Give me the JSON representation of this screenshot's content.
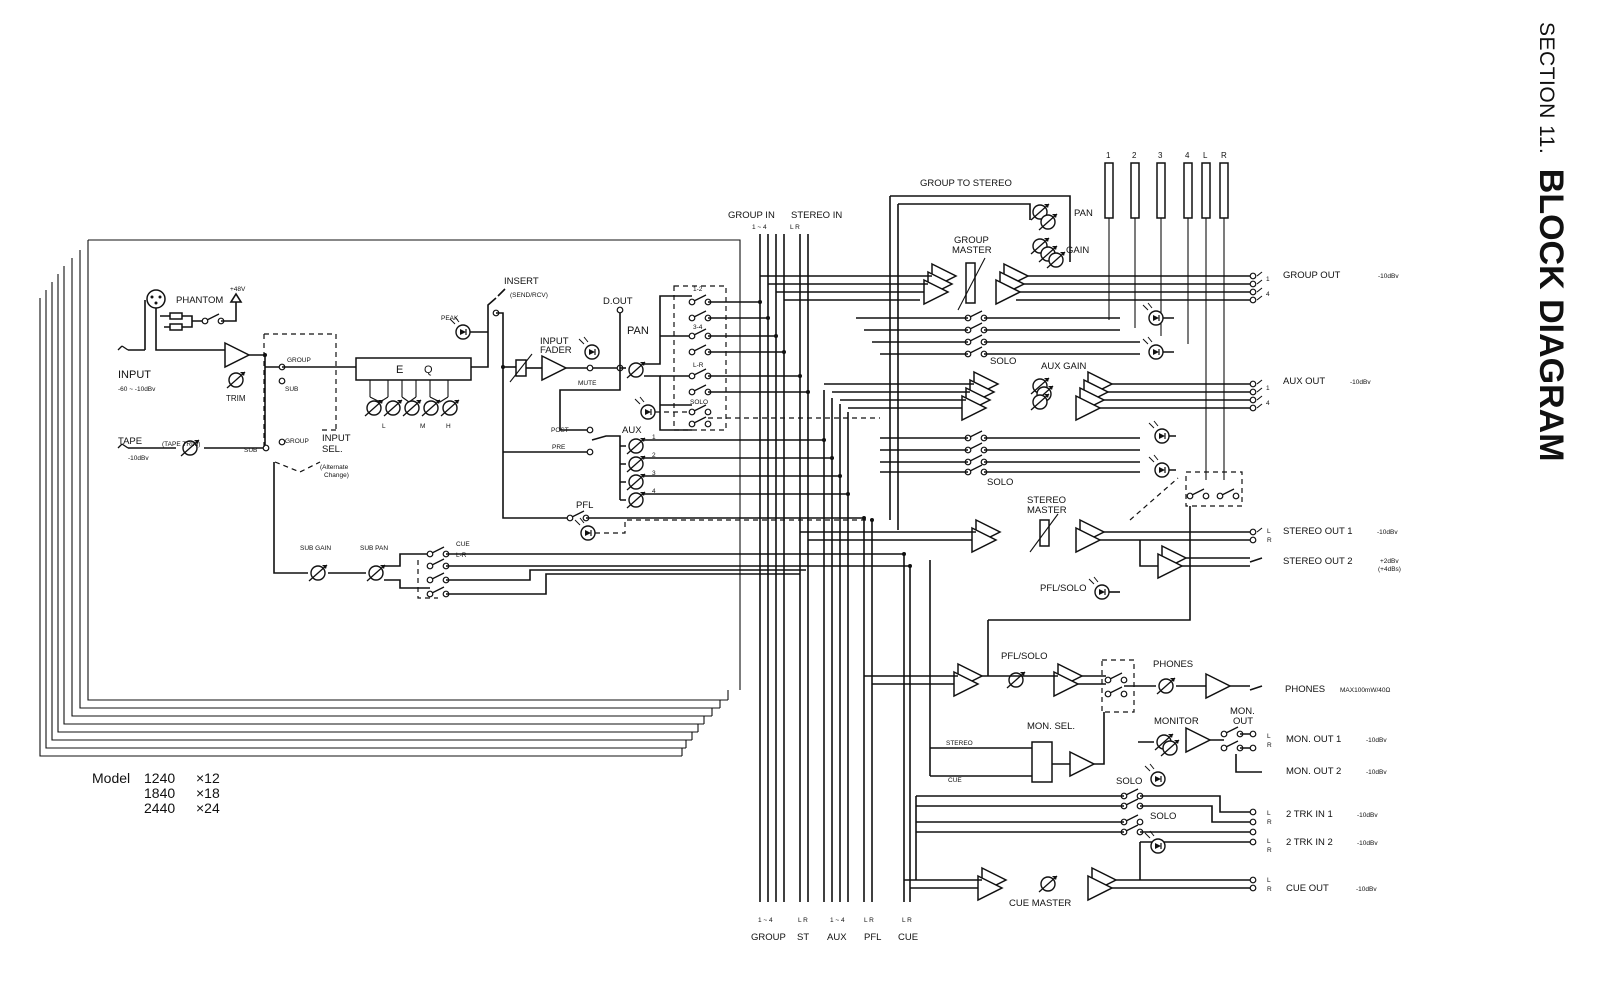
{
  "title": {
    "section": "SECTION 11.",
    "main": "BLOCK DIAGRAM"
  },
  "models": {
    "label": "Model",
    "rows": [
      {
        "model": "1240",
        "channels": "×12"
      },
      {
        "model": "1840",
        "channels": "×18"
      },
      {
        "model": "2440",
        "channels": "×24"
      }
    ]
  },
  "channel": {
    "phantom": "PHANTOM",
    "phantom_v": "+48V",
    "input": "INPUT",
    "input_level": "-60 ~ -10dBv",
    "trim": "TRIM",
    "tape": "TAPE",
    "tape_trim": "(TAPE TRIM)",
    "tape_level": "-10dBv",
    "group": "GROUP",
    "sub": "SUB",
    "group2": "GROUP",
    "sub2": "SUB",
    "input_sel": "INPUT",
    "input_sel2": "SEL.",
    "alternate": "(Alternate",
    "change": "Change)",
    "eq_e": "E",
    "eq_q": "Q",
    "eq_l": "L",
    "eq_m": "M",
    "eq_h": "H",
    "peak": "PEAK",
    "insert": "INSERT",
    "insert_sub": "(SEND/RCV)",
    "input_fader": "INPUT",
    "input_fader2": "FADER",
    "mute": "MUTE",
    "dout": "D.OUT",
    "pan": "PAN",
    "assign_12": "1-2",
    "assign_34": "3-4",
    "assign_lr": "L-R",
    "assign_solo": "SOLO",
    "post": "POST",
    "pre": "PRE",
    "aux": "AUX",
    "aux_n": [
      "1",
      "2",
      "3",
      "4"
    ],
    "pfl": "PFL",
    "sub_gain": "SUB GAIN",
    "sub_pan": "SUB PAN",
    "cue": "CUE",
    "cue_lr": "L-R"
  },
  "bus": {
    "group_in": "GROUP IN",
    "group_in_sub": "1 ~ 4",
    "stereo_in": "STEREO IN",
    "stereo_in_sub": "L R",
    "bottom_top": [
      "1 ~ 4",
      "L R",
      "1 ~ 4",
      "L R",
      "L R"
    ],
    "bottom": [
      "GROUP",
      "ST",
      "AUX",
      "PFL",
      "CUE"
    ]
  },
  "master": {
    "meters": [
      "1",
      "2",
      "3",
      "4",
      "L",
      "R"
    ],
    "group_to_stereo": "GROUP TO STEREO",
    "pan": "PAN",
    "gain": "GAIN",
    "group_master": "GROUP",
    "group_master2": "MASTER",
    "solo_a": "SOLO",
    "aux_gain": "AUX  GAIN",
    "solo_b": "SOLO",
    "stereo_master": "STEREO",
    "stereo_master2": "MASTER",
    "pfl_solo_a": "PFL/SOLO",
    "pfl_solo_b": "PFL/SOLO",
    "phones_knob": "PHONES",
    "monitor": "MONITOR",
    "mon_out_sw": "MON.",
    "mon_out_sw2": "OUT",
    "mon_sel": "MON. SEL.",
    "stereo_src": "STEREO",
    "cue_src": "CUE",
    "solo_c": "SOLO",
    "solo_d": "SOLO",
    "cue_master": "CUE MASTER",
    "n1": "1",
    "n4": "4",
    "n1b": "1",
    "n4b": "4"
  },
  "outputs": [
    {
      "name": "GROUP OUT",
      "level": "-10dBv"
    },
    {
      "name": "AUX OUT",
      "level": "-10dBv"
    },
    {
      "name": "STEREO OUT 1",
      "level": "-10dBv"
    },
    {
      "name": "STEREO OUT 2",
      "level": "+2dBv",
      "level2": "(+4dBs)"
    },
    {
      "name": "PHONES",
      "level": "MAX100mW/40Ω"
    },
    {
      "name": "MON. OUT 1",
      "level": "-10dBv"
    },
    {
      "name": "MON. OUT 2",
      "level": "-10dBv"
    },
    {
      "name": "2 TRK IN 1",
      "level": "-10dBv"
    },
    {
      "name": "2 TRK IN 2",
      "level": "-10dBv"
    },
    {
      "name": "CUE OUT",
      "level": "-10dBv"
    }
  ],
  "lr": {
    "l": "L",
    "r": "R"
  }
}
